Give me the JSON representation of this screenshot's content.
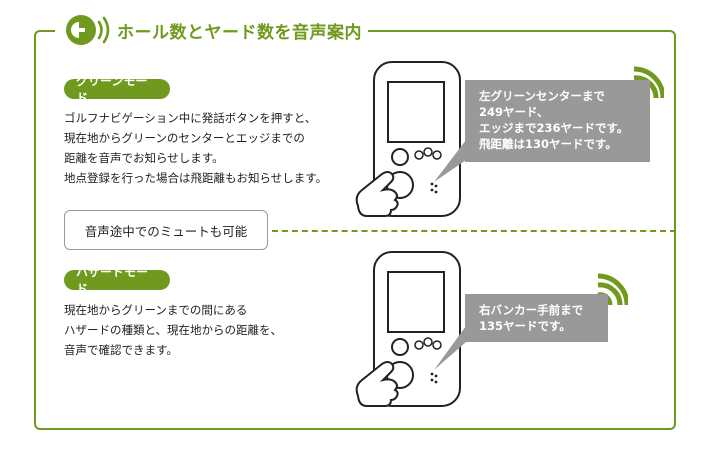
{
  "title": "ホール数とヤード数を音声案内",
  "colors": {
    "accent": "#6f9a1e",
    "bubble": "#999999",
    "text": "#222222"
  },
  "icons": [
    "speaker-icon",
    "wifi-wave-icon",
    "hand-pointer-icon"
  ],
  "green_mode": {
    "badge": "グリーンモード",
    "lines": [
      "ゴルフナビゲーション中に発話ボタンを押すと、",
      "現在地からグリーンのセンターとエッジまでの",
      "距離を音声でお知らせします。",
      "地点登録を行った場合は飛距離もお知らせします。"
    ],
    "bubble_lines": [
      "左グリーンセンターまで",
      "249ヤード、",
      "エッジまで236ヤードです。",
      "飛距離は130ヤードです。"
    ]
  },
  "mute": {
    "label": "音声途中でのミュートも可能"
  },
  "hazard_mode": {
    "badge": "ハザードモード",
    "lines": [
      "現在地からグリーンまでの間にある",
      "ハザードの種類と、現在地からの距離を、",
      "音声で確認できます。"
    ],
    "bubble_lines": [
      "右バンカー手前まで",
      "135ヤードです。"
    ]
  }
}
